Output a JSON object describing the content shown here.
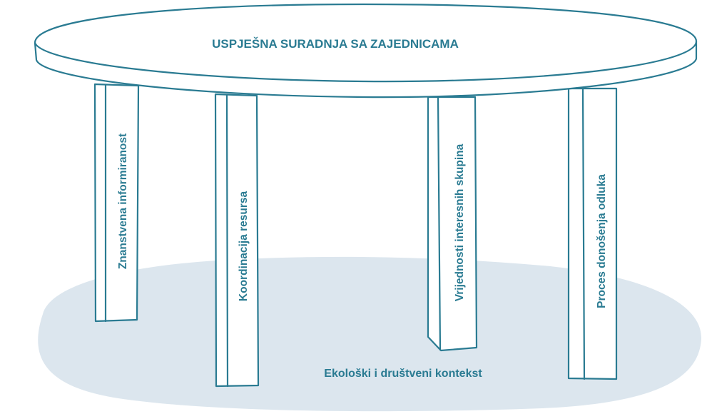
{
  "title": "USPJEŠNA SURADNJA SA ZAJEDNICAMA",
  "legs": [
    {
      "label": "Znanstvena informiranost"
    },
    {
      "label": "Koordinacija resursa"
    },
    {
      "label": "Vrijednosti interesnih skupina"
    },
    {
      "label": "Proces donošenja odluka"
    }
  ],
  "context": "Ekološki i društveni kontekst",
  "colors": {
    "text": "#2a7b92",
    "stroke": "#2a7b92",
    "ground": "#dce6ee",
    "background": "#ffffff"
  }
}
